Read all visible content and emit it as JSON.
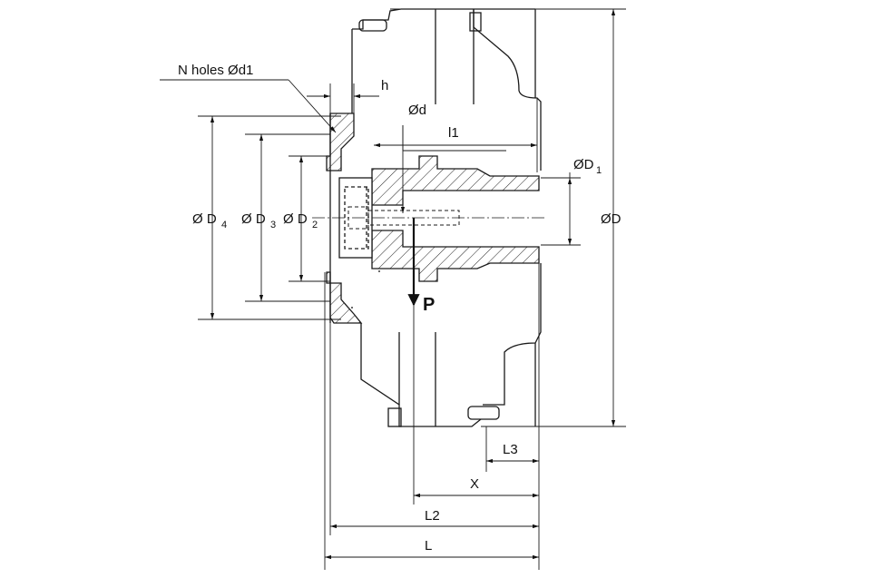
{
  "labels": {
    "n_holes": "N holes Ød1",
    "h": "h",
    "d": "Ød",
    "l1": "l1",
    "d1_main": "ØD",
    "d1_sub": "1",
    "D": "ØD",
    "D4_main": "Ø D",
    "D4_sub": "4",
    "D3_main": "Ø D",
    "D3_sub": "3",
    "D2_main": "Ø D",
    "D2_sub": "2",
    "P": "P",
    "L3": "L3",
    "X": "X",
    "L2": "L2",
    "L": "L"
  },
  "colors": {
    "line": "#1a1a1a",
    "background": "#ffffff"
  }
}
